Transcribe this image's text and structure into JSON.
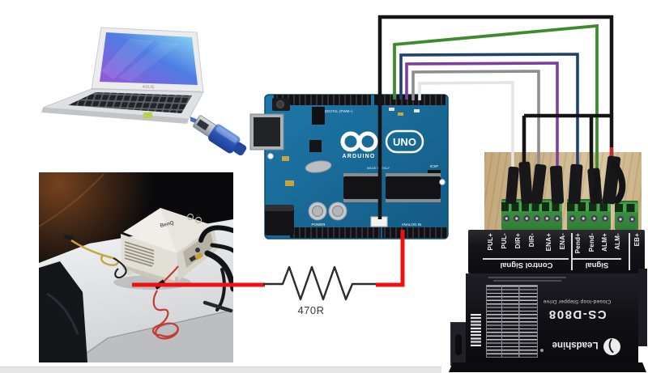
{
  "colors": {
    "wire_black": "#141414",
    "wire_green": "#3d8b2d",
    "wire_blue": "#1d4272",
    "wire_purple": "#7d3f9e",
    "wire_gray": "#8d8d8d",
    "wire_white": "#e4e4e4",
    "wire_red": "#ee1111",
    "arduino_blue": "#1b6fa0",
    "terminal_green": "#3a8f41",
    "wood": "#c9af85"
  },
  "laptop": {
    "brand": "ASUS"
  },
  "arduino": {
    "logo": "UNO",
    "brand": "ARDUINO",
    "silk_digital": "DIGITAL (PWM~)",
    "silk_power": "POWER",
    "silk_analog": "ANALOG IN",
    "silk_made": "MADE IN ITALY",
    "silk_icsp": "ICSP"
  },
  "resistor": {
    "value": "470R"
  },
  "projector": {
    "brand": "BenQ"
  },
  "driver": {
    "terminals": [
      "PUL+",
      "PUL-",
      "DIR+",
      "DIR-",
      "ENA+",
      "ENA-",
      "Pend+",
      "Pend-",
      "ALM+",
      "ALM-",
      "EB+"
    ],
    "group1": "Control Signal",
    "group2": "Signal",
    "product_type": "Closed-loop Stepper Drive",
    "model": "CS-D808",
    "brand": "Leadshine"
  }
}
